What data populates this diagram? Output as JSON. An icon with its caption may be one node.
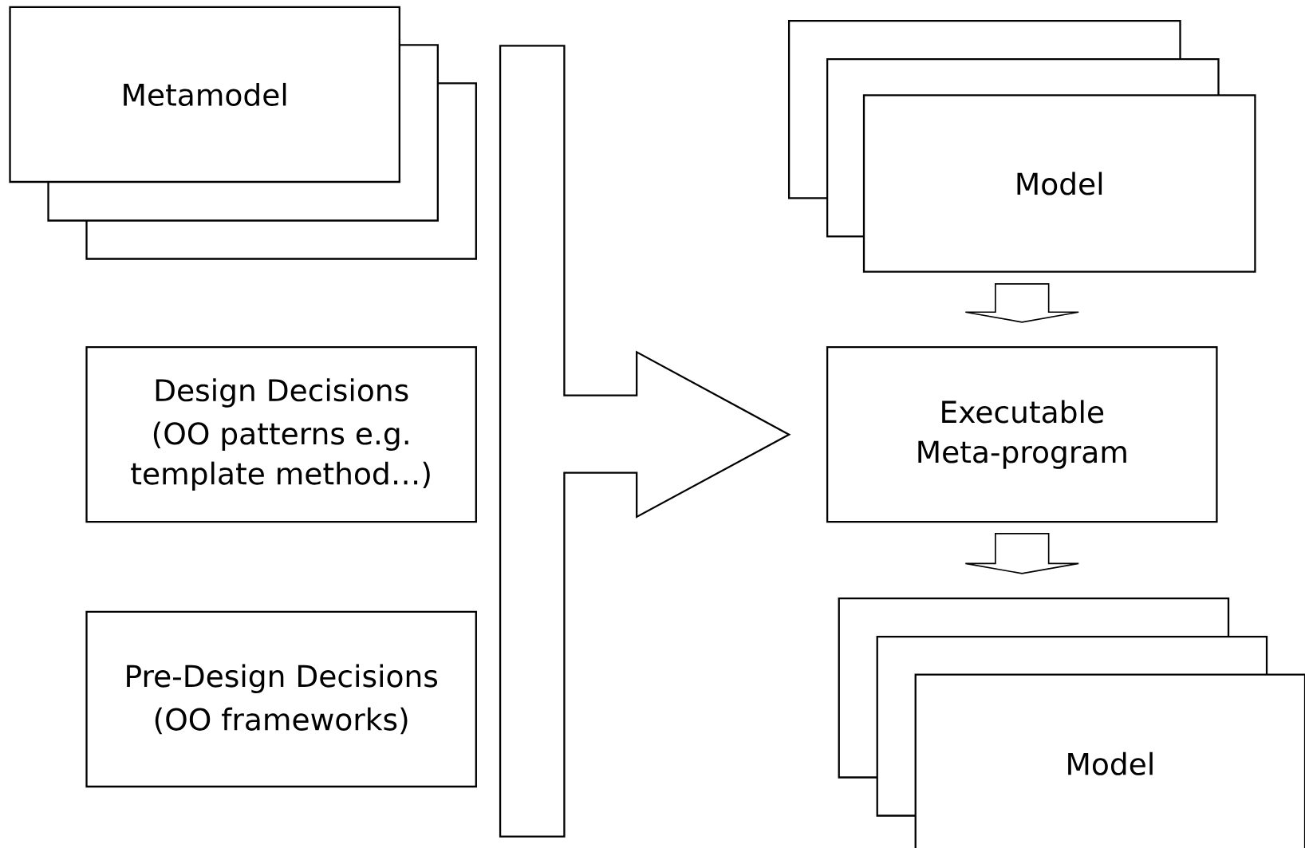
{
  "diagram": {
    "nodes": [
      {
        "text": [
          "Metamodel"
        ]
      },
      {
        "text": [
          "Design Decisions",
          "(OO patterns e.g. template method…)"
        ]
      },
      {
        "text": [
          "Pre-Design Decisions",
          "(OO frameworks)"
        ]
      },
      {
        "text": [
          "Model"
        ]
      },
      {
        "text": [
          "Executable Meta-program"
        ]
      },
      {
        "text": [
          "Model"
        ]
      }
    ],
    "edges": [
      {
        "from": 0,
        "to": 4,
        "arrow": "to"
      },
      {
        "from": 1,
        "to": 4,
        "arrow": "to"
      },
      {
        "from": 2,
        "to": 4,
        "arrow": "to"
      },
      {
        "from": 3,
        "to": 4,
        "arrow": "to"
      },
      {
        "from": 4,
        "to": 5,
        "arrow": "to"
      }
    ]
  }
}
